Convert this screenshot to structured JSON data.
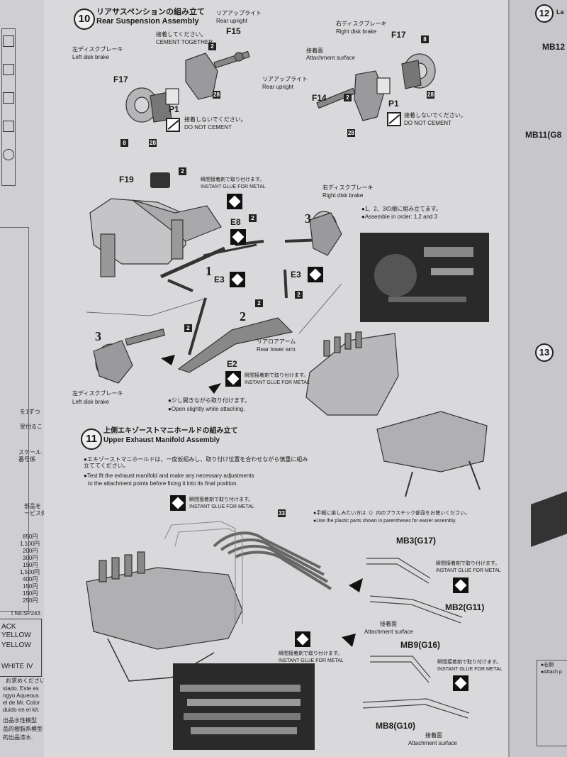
{
  "step10": {
    "number": "10",
    "title_jp": "リアサスペンションの組み立て",
    "title_en": "Rear Suspension Assembly",
    "cement_together_jp": "接着してください。",
    "cement_together_en": "CEMENT TOGETHER",
    "rear_upright_jp": "リアアップライト",
    "rear_upright_en": "Rear upright",
    "f15": "F15",
    "left_disk_jp": "左ディスクブレーキ",
    "left_disk_en": "Left disk brake",
    "f17": "F17",
    "p1": "P1",
    "do_not_cement_jp": "接着しないでください。",
    "do_not_cement_en": "DO NOT CEMENT",
    "right_disk_jp": "右ディスクブレーキ",
    "right_disk_en": "Right disk brake",
    "attach_surface_jp": "接着面",
    "attach_surface_en": "Attachment surface",
    "f14": "F14",
    "badge_2": "2",
    "badge_8": "8",
    "badge_28": "28",
    "f19": "F19",
    "instant_glue_jp": "瞬間接着剤で取り付けます。",
    "instant_glue_en": "INSTANT GLUE FOR METAL",
    "e8": "E8",
    "e3": "E3",
    "e2": "E2",
    "order_jp": "●1、2、3の順に組み立てます。",
    "order_en": "●Assemble in order: 1,2 and 3",
    "rear_lower_arm_jp": "リアロアアーム",
    "rear_lower_arm_en": "Rear lower arm",
    "open_slightly_jp": "●少し開きながら取り付けます。",
    "open_slightly_en": "●Open slightly while attaching.",
    "n1": "1",
    "n2": "2",
    "n3": "3"
  },
  "step11": {
    "number": "11",
    "title_jp": "上側エキゾーストマニホールドの組み立て",
    "title_en": "Upper Exhaust Manifold Assembly",
    "note1_jp": "●エキゾーストマニホールドは、一度仮組みし、取り付け位置を合わせながら慎重に組み立ててください。",
    "note1_en_line1": "●Test fit the exhaust manifold and make any necessary adjustments",
    "note1_en_line2": "to the attachment points before fixing it into its final position.",
    "plastic_jp": "●手軽に楽しみたい方は（）内のプラスチック部品をお使いください。",
    "plastic_en": "●Use the plastic parts shown in parentheses for easier assembly.",
    "mb3": "MB3(G17)",
    "mb2": "MB2(G11)",
    "mb9": "MB9(G16)",
    "mb8": "MB8(G10)",
    "badge_33": "33"
  },
  "right_page": {
    "step12": "12",
    "step13": "13",
    "mb12": "MB12",
    "mb11": "MB11(G8",
    "fragment_la": "La",
    "fragment_right1": "●右側",
    "fragment_right2": "●Attach p"
  },
  "left_page": {
    "prices": [
      "850円",
      "1,100円",
      "200円",
      "300円",
      "150円",
      "1,500円",
      "400円",
      "150円",
      "150円",
      "250円"
    ],
    "colors": [
      "ACK",
      "YELLOW",
      "YELLOW",
      "WHITE IV"
    ],
    "fragments": [
      "を1ずつ",
      "受付るこ",
      "スケール.",
      "番号係",
      "部品を",
      "ービス係",
      "t No.SP243",
      "お求めください。",
      "stado. Este es",
      "ngyo Aqueous",
      "el de Mr. Color",
      "duido en el kit.",
      "出品水性模型",
      "品的樹脂系模型",
      "的出品漆水."
    ]
  }
}
